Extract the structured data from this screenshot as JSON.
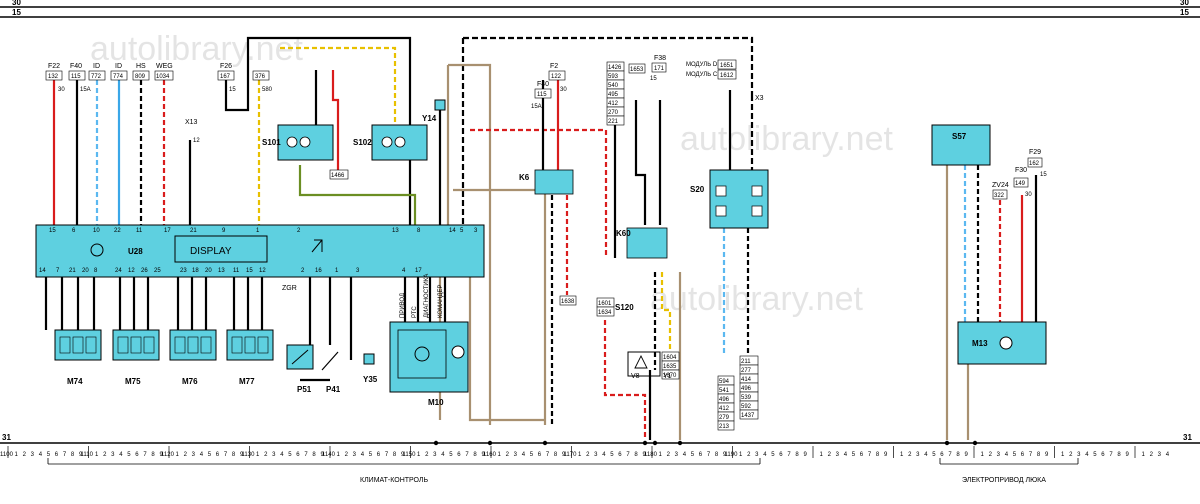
{
  "watermark": "autolibrary.net",
  "rails": {
    "top_a": "30",
    "top_b": "15",
    "ground": "31"
  },
  "modules": {
    "U28": {
      "label": "U28",
      "display": "DISPLAY",
      "top_pins": [
        "15",
        "6",
        "10",
        "22",
        "11",
        "17",
        "21",
        "9",
        "1",
        "2",
        "13",
        "8",
        "14",
        "5",
        "3"
      ],
      "bottom_pins": [
        "14",
        "7",
        "21",
        "20",
        "8",
        "24",
        "12",
        "26",
        "25",
        "23",
        "18",
        "20",
        "13",
        "11",
        "15",
        "12",
        "2",
        "16",
        "1",
        "3",
        "4",
        "17"
      ]
    },
    "S101": {
      "label": "S101"
    },
    "S102": {
      "label": "S102"
    },
    "S20": {
      "label": "S20"
    },
    "S57": {
      "label": "S57"
    },
    "K6": {
      "label": "K6"
    },
    "K60": {
      "label": "K60"
    },
    "M10": {
      "label": "M10",
      "pins": [
        "ПРИВОД",
        "РТС",
        "ДИАГНОСТИКА",
        "КОМАНДЕР"
      ]
    },
    "M13": {
      "label": "M13"
    },
    "S120": {
      "label": "S120"
    },
    "Y14": {
      "label": "Y14"
    },
    "Y35": {
      "label": "Y35"
    },
    "P51": {
      "label": "P51"
    },
    "P41": {
      "label": "P41"
    },
    "V8": {
      "label": "V8"
    },
    "Y1": {
      "label": "Y1"
    },
    "motors": [
      "M74",
      "M75",
      "M76",
      "M77"
    ]
  },
  "fuses": {
    "F22": {
      "name": "F22",
      "code": "132",
      "amp": "30"
    },
    "F40a": {
      "name": "F40",
      "code": "115",
      "amp": "15A"
    },
    "ID1": {
      "name": "ID",
      "code": "772"
    },
    "ID2": {
      "name": "ID",
      "code": "774"
    },
    "HS": {
      "name": "HS",
      "code": "809"
    },
    "WEG": {
      "name": "WEG",
      "code": "1034"
    },
    "F26": {
      "name": "F26",
      "code": "167",
      "amp": "15"
    },
    "c376": {
      "code": "376"
    },
    "c580": {
      "code": "580"
    },
    "X13": {
      "name": "X13",
      "amp": "12"
    },
    "F40b": {
      "name": "F40",
      "code": "115",
      "amp": "15A"
    },
    "F2": {
      "name": "F2",
      "code": "122",
      "amp": "30"
    },
    "F38": {
      "name": "F38",
      "code": "171",
      "amp": "15"
    },
    "X3": {
      "name": "X3"
    },
    "F29": {
      "name": "F29",
      "code": "162",
      "amp": "15"
    },
    "F30": {
      "name": "F30",
      "code": "149",
      "amp": "30"
    },
    "ZV24": {
      "name": "ZV24",
      "code": "322"
    },
    "MOD_D": {
      "name": "МОДУЛЬ D",
      "code": "1651"
    },
    "MOD_C": {
      "name": "МОДУЛЬ C",
      "code": "1612"
    }
  },
  "blocks": {
    "left_stack": [
      "1426",
      "593",
      "540",
      "495",
      "412",
      "270",
      "221"
    ],
    "xa": "1653",
    "xb": "1466",
    "c1638": "1638",
    "c1601": [
      "1601",
      "1634"
    ],
    "c1604": [
      "1604",
      "1635",
      "1670"
    ],
    "s20_a": [
      "594",
      "541",
      "496",
      "412",
      "279",
      "213"
    ],
    "s20_b": [
      "211",
      "277",
      "414",
      "496",
      "539",
      "592",
      "1437"
    ],
    "xs": "ZGR"
  },
  "bottom": {
    "left_label": "КЛИМАТ-КОНТРОЛЬ",
    "right_label": "ЭЛЕКТРОПРИВОД ЛЮКА",
    "ticks": [
      "1100",
      "1110",
      "1120",
      "1130",
      "1140",
      "1150",
      "1160",
      "1170",
      "1180",
      "1190"
    ]
  }
}
